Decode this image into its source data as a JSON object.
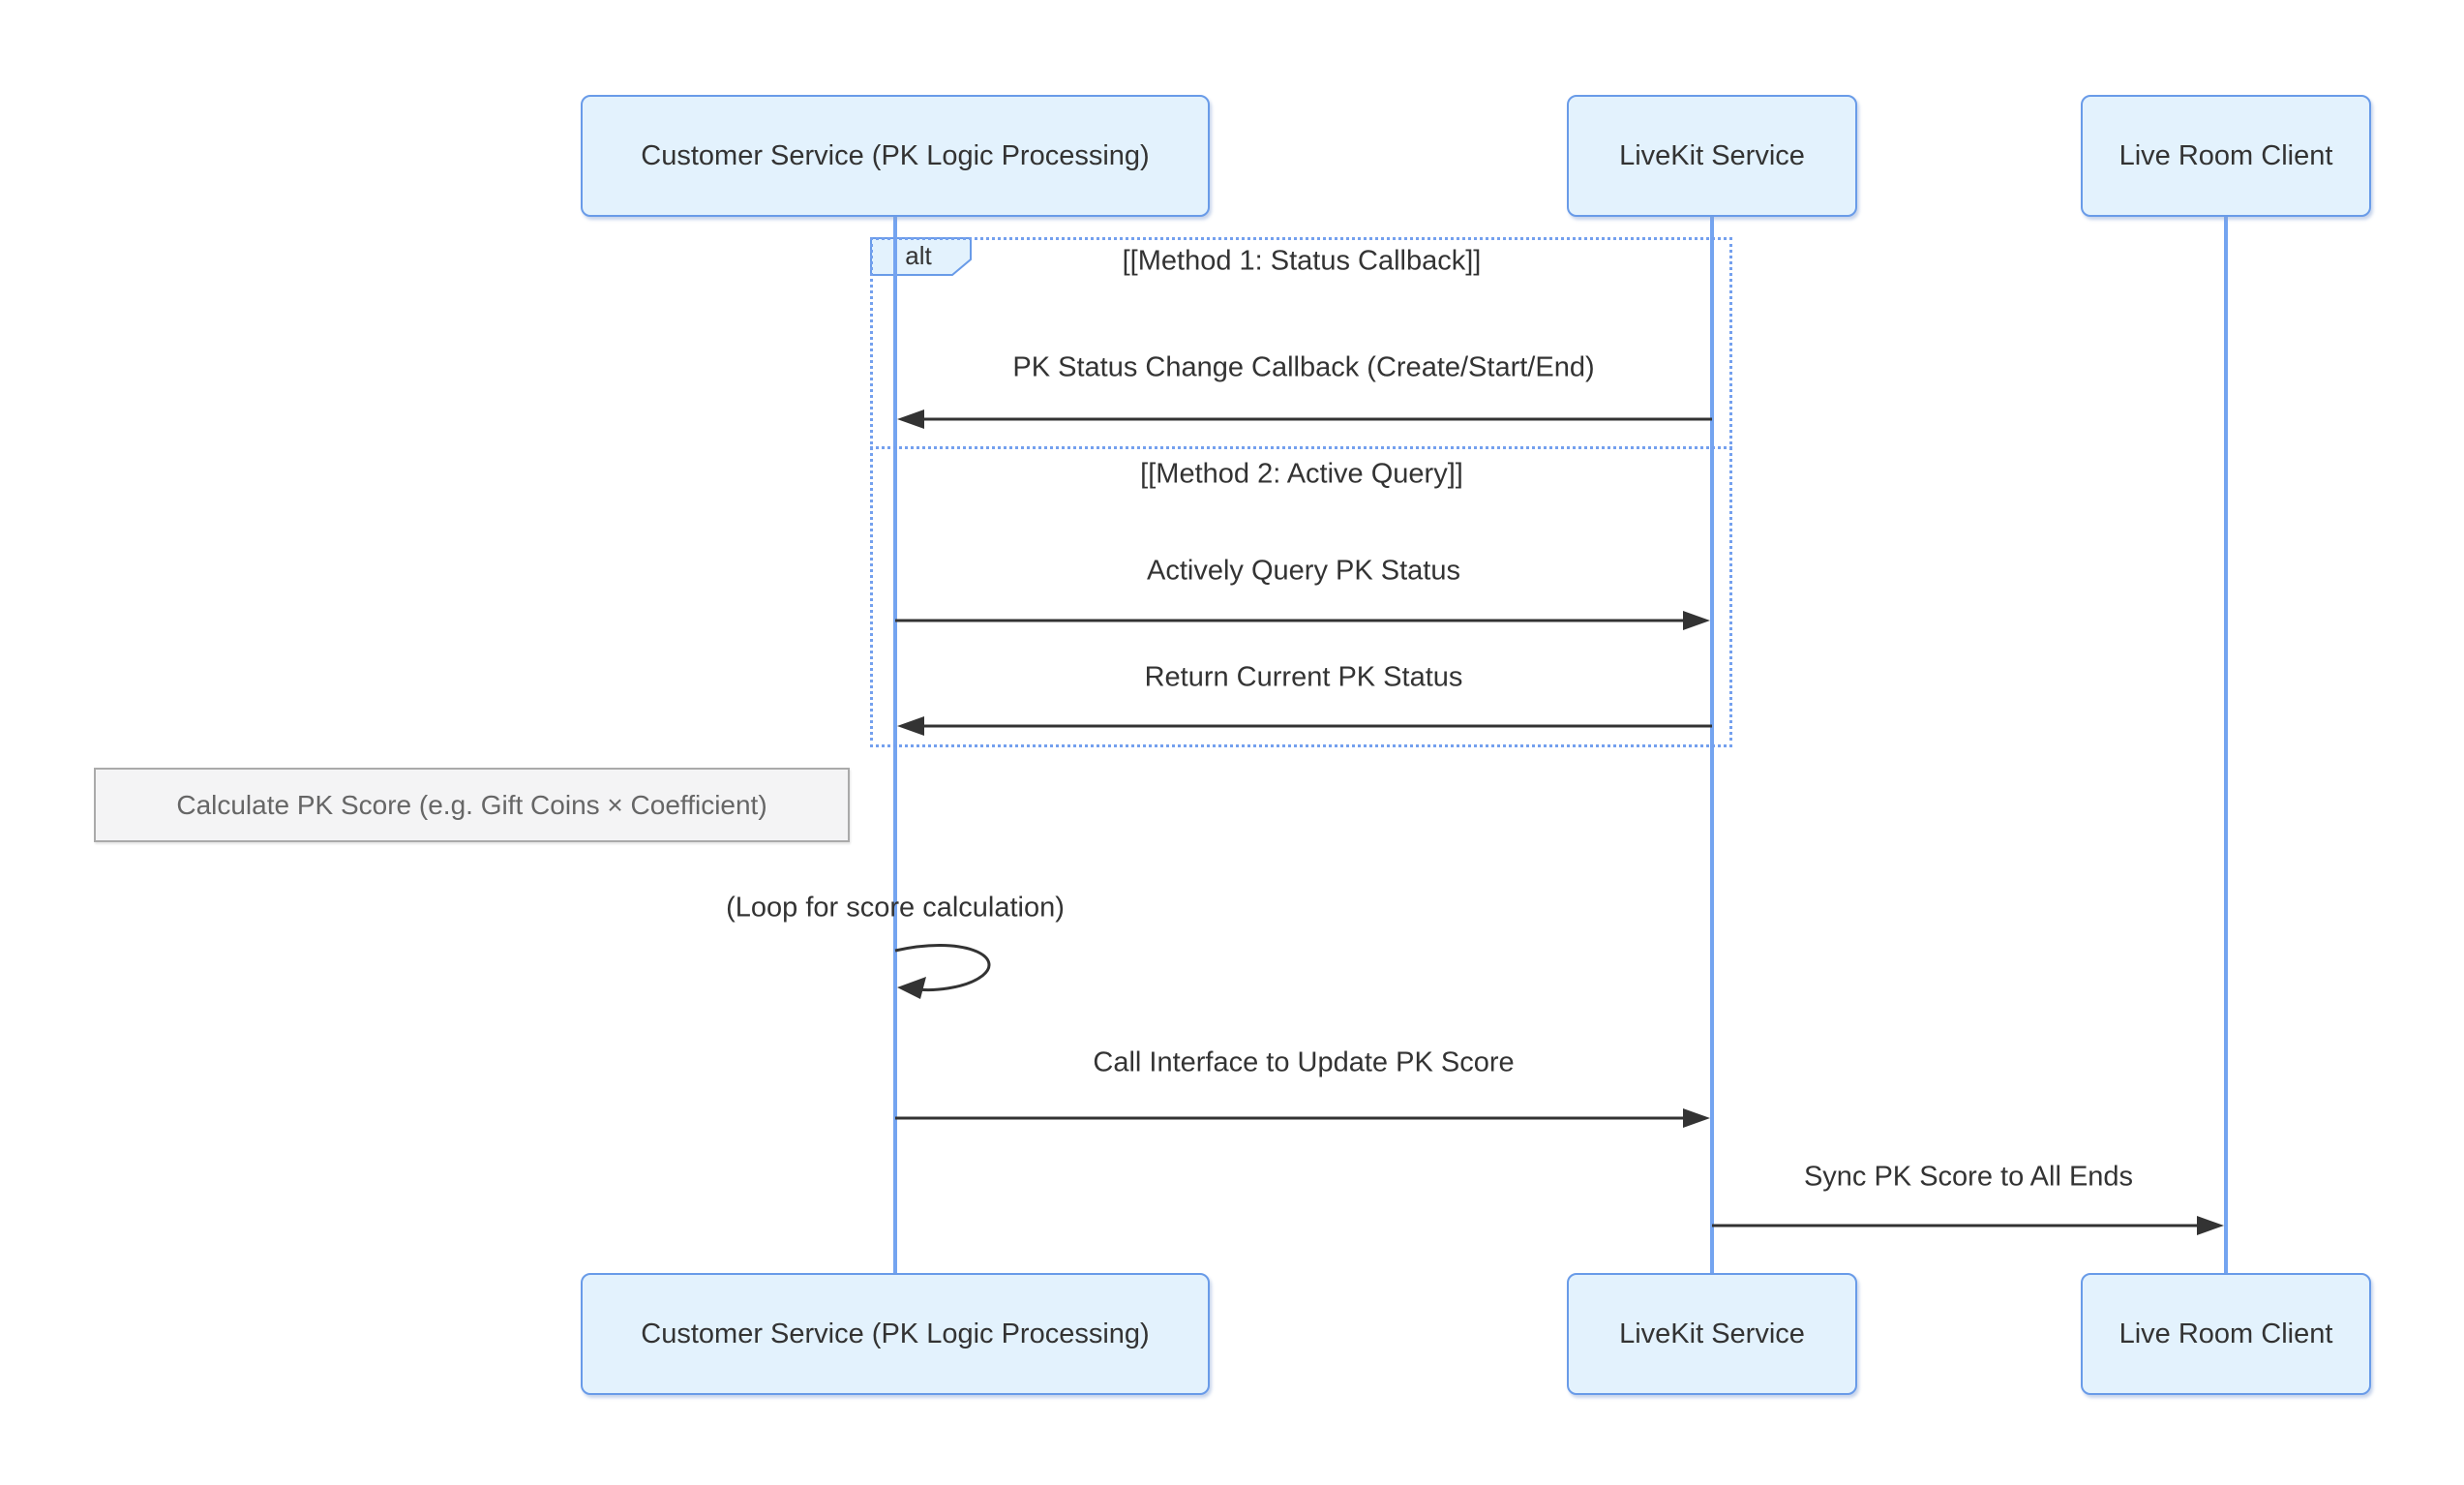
{
  "diagram_type": "sequence-diagram",
  "colors": {
    "background": "#ffffff",
    "actor_fill": "#E3F2FD",
    "actor_border": "#699BE8",
    "lifeline": "#74A4F0",
    "frame_border": "#74A0EE",
    "arrow": "#333333",
    "text_dark": "#333333",
    "note_fill": "#F4F4F5",
    "note_border": "#AAAAAA",
    "note_text": "#666666"
  },
  "participants": [
    {
      "name": "Customer Service (PK Logic Processing)"
    },
    {
      "name": "LiveKit Service"
    },
    {
      "name": "Live Room Client"
    }
  ],
  "alt_frame": {
    "label": "alt",
    "sections": [
      {
        "condition": "[[Method 1: Status Callback]]",
        "messages": [
          {
            "label": "PK Status Change Callback (Create/Start/End)",
            "from": "LiveKit Service",
            "to": "Customer Service (PK Logic Processing)",
            "direction": "left"
          }
        ]
      },
      {
        "condition": "[[Method 2: Active Query]]",
        "messages": [
          {
            "label": "Actively Query PK Status",
            "from": "Customer Service (PK Logic Processing)",
            "to": "LiveKit Service",
            "direction": "right"
          },
          {
            "label": "Return Current PK Status",
            "from": "LiveKit Service",
            "to": "Customer Service (PK Logic Processing)",
            "direction": "left"
          }
        ]
      }
    ]
  },
  "note": {
    "text": "Calculate PK Score (e.g. Gift Coins × Coefficient)"
  },
  "self_loop": {
    "label": "(Loop for score calculation)"
  },
  "messages": [
    {
      "label": "Call Interface to Update PK Score",
      "from": "Customer Service (PK Logic Processing)",
      "to": "LiveKit Service",
      "direction": "right"
    },
    {
      "label": "Sync PK Score to All Ends",
      "from": "LiveKit Service",
      "to": "Live Room Client",
      "direction": "right"
    }
  ]
}
